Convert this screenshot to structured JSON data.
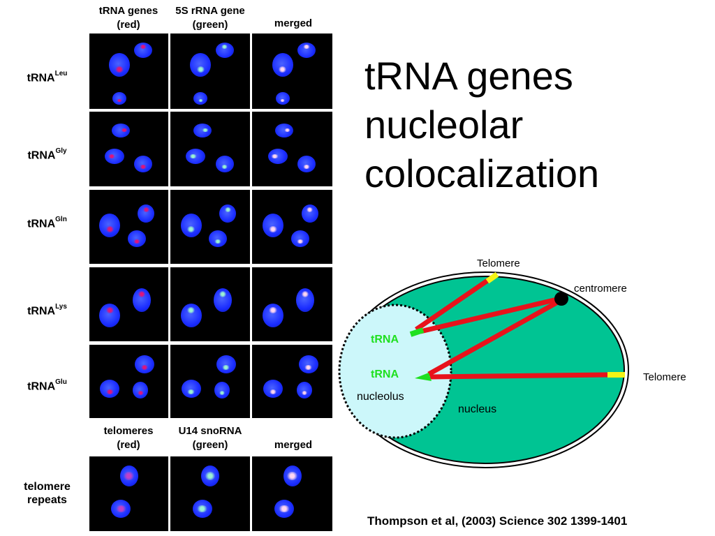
{
  "title_lines": [
    "tRNA genes",
    "nucleolar",
    "colocalization"
  ],
  "citation": "Thompson et al, (2003) Science 302 1399-1401",
  "column_headers_top": [
    "tRNA genes\n(red)",
    "5S rRNA gene\n(green)",
    "merged"
  ],
  "column_headers_bottom": [
    "telomeres\n(red)",
    "U14 snoRNA\n(green)",
    "merged"
  ],
  "row_labels": [
    {
      "base": "tRNA",
      "sup": "Leu"
    },
    {
      "base": "tRNA",
      "sup": "Gly"
    },
    {
      "base": "tRNA",
      "sup": "Gln"
    },
    {
      "base": "tRNA",
      "sup": "Lys"
    },
    {
      "base": "tRNA",
      "sup": "Glu"
    }
  ],
  "bottom_row_label": "telomere\nrepeats",
  "diagram": {
    "telomere_top": "Telomere",
    "telomere_right": "Telomere",
    "centromere": "centromere",
    "trna_1": "tRNA",
    "trna_2": "tRNA",
    "nucleolus": "nucleolus",
    "nucleus": "nucleus",
    "colors": {
      "nucleus": "#00c493",
      "nucleolus": "#ccf7fa",
      "chromosome": "#e8121b",
      "telomere": "#f4f416",
      "trna": "#1fe01f"
    }
  },
  "colors": {
    "nucleus_stain": "#1a2cff",
    "trna_signal": "#e0147a",
    "five_s_signal": "#9bf3d2",
    "panel_bg": "#000000"
  }
}
